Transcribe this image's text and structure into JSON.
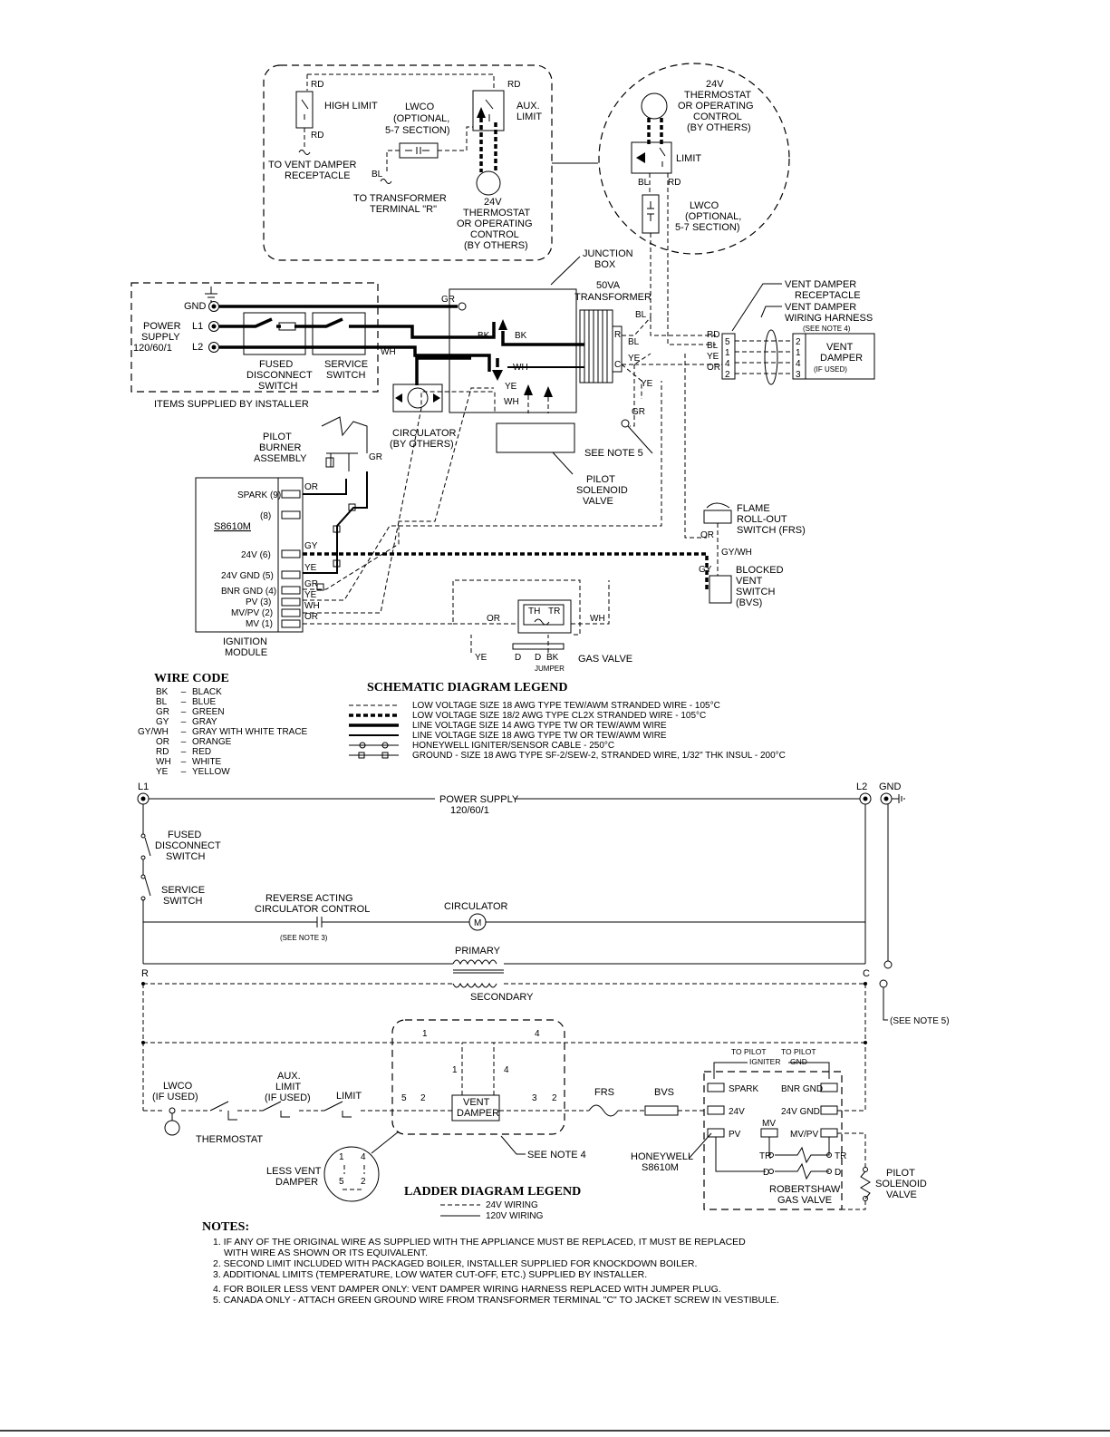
{
  "inset_left": {
    "high_limit": "HIGH LIMIT",
    "rd_top": "RD",
    "rd_bottom": "RD",
    "rd_aux": "RD",
    "lwco": "LWCO",
    "lwco_optional": "(OPTIONAL,",
    "lwco_section": "5-7 SECTION)",
    "aux_limit": "AUX.",
    "aux_limit2": "LIMIT",
    "to_vent_damper": "TO VENT DAMPER",
    "receptacle": "RECEPTACLE",
    "bl": "BL",
    "to_transformer": "TO TRANSFORMER",
    "terminal_r": "TERMINAL \"R\"",
    "t24v": "24V",
    "thermostat": "THERMOSTAT",
    "or_operating": "OR OPERATING",
    "control": "CONTROL",
    "by_others": "(BY OTHERS)"
  },
  "inset_circle": {
    "t24v": "24V",
    "thermostat": "THERMOSTAT",
    "or_operating": "OR OPERATING",
    "control": "CONTROL",
    "by_others": "(BY OTHERS)",
    "limit": "LIMIT",
    "bl": "BL",
    "rd": "RD",
    "lwco": "LWCO",
    "optional": "(OPTIONAL,",
    "section": "5-7 SECTION)"
  },
  "schematic": {
    "junction_box": "JUNCTION",
    "junction_box2": "BOX",
    "transformer": "50VA",
    "transformer2": "TRANSFORMER",
    "gnd": "GND",
    "l1": "L1",
    "l2": "L2",
    "power_supply": "POWER",
    "power_supply2": "SUPPLY",
    "power_supply3": "120/60/1",
    "fused": "FUSED",
    "disconnect": "DISCONNECT",
    "switch": "SWITCH",
    "service": "SERVICE",
    "service_switch": "SWITCH",
    "items_supplied": "ITEMS SUPPLIED BY INSTALLER",
    "gr": "GR",
    "wh": "WH",
    "bk": "BK",
    "ye": "YE",
    "r": "R",
    "c": "C",
    "circulator": "CIRCULATOR",
    "circulator2": "(BY OTHERS)",
    "see_note_5": "SEE NOTE 5",
    "pilot_solenoid": "PILOT",
    "pilot_solenoid2": "SOLENOID",
    "pilot_solenoid3": "VALVE",
    "pilot_burner": "PILOT",
    "pilot_burner2": "BURNER",
    "pilot_burner3": "ASSEMBLY",
    "vent_damper_receptacle": "VENT DAMPER",
    "vent_damper_receptacle2": "RECEPTACLE",
    "vent_damper_harness": "VENT DAMPER",
    "vent_damper_harness2": "WIRING HARNESS",
    "see_note_4": "(SEE NOTE 4)",
    "vent_damper": "VENT",
    "vent_damper2": "DAMPER",
    "if_used": "(IF USED)",
    "rd": "RD",
    "bl": "BL",
    "or": "OR",
    "flame_rollout": "FLAME",
    "flame_rollout2": "ROLL-OUT",
    "flame_rollout3": "SWITCH (FRS)",
    "gywh": "GY/WH",
    "gy": "GY",
    "blocked_vent": "BLOCKED",
    "blocked_vent2": "VENT",
    "blocked_vent3": "SWITCH",
    "blocked_vent4": "(BVS)",
    "s8610m": "S8610M",
    "spark": "SPARK (9)",
    "t8": "(8)",
    "t24v6": "24V (6)",
    "t24vgnd5": "24V GND (5)",
    "bnrgnd4": "BNR GND (4)",
    "pv3": "PV (3)",
    "mvpv2": "MV/PV (2)",
    "mv1": "MV (1)",
    "ignition": "IGNITION",
    "module": "MODULE",
    "th": "TH",
    "tr": "TR",
    "d": "D",
    "jumper": "JUMPER",
    "gas_valve": "GAS VALVE"
  },
  "wire_code": {
    "title": "WIRE CODE",
    "items": [
      {
        "code": "BK",
        "name": "BLACK"
      },
      {
        "code": "BL",
        "name": "BLUE"
      },
      {
        "code": "GR",
        "name": "GREEN"
      },
      {
        "code": "GY",
        "name": "GRAY"
      },
      {
        "code": "GY/WH",
        "name": "GRAY WITH WHITE TRACE"
      },
      {
        "code": "OR",
        "name": "ORANGE"
      },
      {
        "code": "RD",
        "name": "RED"
      },
      {
        "code": "WH",
        "name": "WHITE"
      },
      {
        "code": "YE",
        "name": "YELLOW"
      }
    ]
  },
  "schematic_legend": {
    "title": "SCHEMATIC DIAGRAM LEGEND",
    "items": [
      "LOW VOLTAGE SIZE 18 AWG TYPE TEW/AWM STRANDED WIRE - 105°C",
      "LOW VOLTAGE SIZE 18/2 AWG TYPE CL2X STRANDED WIRE - 105°C",
      "LINE VOLTAGE SIZE 14 AWG TYPE TW OR TEW/AWM WIRE",
      "LINE VOLTAGE SIZE 18 AWG TYPE TW OR TEW/AWM WIRE",
      "HONEYWELL IGNITER/SENSOR CABLE - 250°C",
      "GROUND - SIZE 18 AWG TYPE SF-2/SEW-2, STRANDED WIRE, 1/32\" THK INSUL - 200°C"
    ]
  },
  "ladder": {
    "l1": "L1",
    "l2": "L2",
    "gnd": "GND",
    "power_supply": "POWER SUPPLY",
    "power_supply2": "120/60/1",
    "fused": "FUSED",
    "disconnect": "DISCONNECT",
    "switch": "SWITCH",
    "service": "SERVICE",
    "service2": "SWITCH",
    "reverse_acting": "REVERSE ACTING",
    "circulator_control": "CIRCULATOR CONTROL",
    "see_note_3": "(SEE NOTE 3)",
    "circulator": "CIRCULATOR",
    "m": "M",
    "primary": "PRIMARY",
    "secondary": "SECONDARY",
    "r": "R",
    "c": "C",
    "see_note_5": "(SEE NOTE 5)",
    "lwco": "LWCO",
    "if_used": "(IF USED)",
    "aux": "AUX.",
    "limit": "LIMIT",
    "if_used2": "(IF USED)",
    "limit2": "LIMIT",
    "thermostat": "THERMOSTAT",
    "vent": "VENT",
    "damper": "DAMPER",
    "frs": "FRS",
    "bvs": "BVS",
    "see_note_4": "SEE NOTE 4",
    "less_vent": "LESS VENT",
    "less_vent2": "DAMPER",
    "to_pilot_igniter": "TO PILOT",
    "igniter": "IGNITER",
    "to_pilot_gnd": "TO PILOT",
    "gnd2": "GND",
    "spark": "SPARK",
    "bnr_gnd": "BNR GND",
    "t24v": "24V",
    "t24v_gnd": "24V GND",
    "pv": "PV",
    "mv": "MV",
    "mvpv": "MV/PV",
    "tr": "TR",
    "d": "D",
    "honeywell": "HONEYWELL",
    "s8610m": "S8610M",
    "robertshaw": "ROBERTSHAW",
    "gas_valve": "GAS VALVE",
    "pilot": "PILOT",
    "solenoid": "SOLENOID",
    "valve": "VALVE",
    "n1": "1",
    "n2": "2",
    "n3": "3",
    "n4": "4",
    "n5": "5"
  },
  "ladder_legend": {
    "title": "LADDER DIAGRAM LEGEND",
    "item1": "24V WIRING",
    "item2": "120V WIRING"
  },
  "notes": {
    "title": "NOTES:",
    "items": [
      "1. IF ANY OF THE ORIGINAL WIRE AS SUPPLIED WITH THE APPLIANCE MUST BE REPLACED, IT MUST BE REPLACED",
      "WITH WIRE AS SHOWN OR ITS EQUIVALENT.",
      "2. SECOND LIMIT INCLUDED WITH PACKAGED BOILER, INSTALLER SUPPLIED FOR KNOCKDOWN BOILER.",
      "3. ADDITIONAL LIMITS (TEMPERATURE, LOW WATER CUT-OFF, ETC.) SUPPLIED BY INSTALLER.",
      "4. FOR BOILER LESS VENT DAMPER ONLY: VENT DAMPER WIRING HARNESS REPLACED WITH JUMPER PLUG.",
      "5. CANADA ONLY - ATTACH GREEN GROUND WIRE FROM TRANSFORMER TERMINAL \"C\" TO JACKET SCREW IN VESTIBULE."
    ]
  }
}
